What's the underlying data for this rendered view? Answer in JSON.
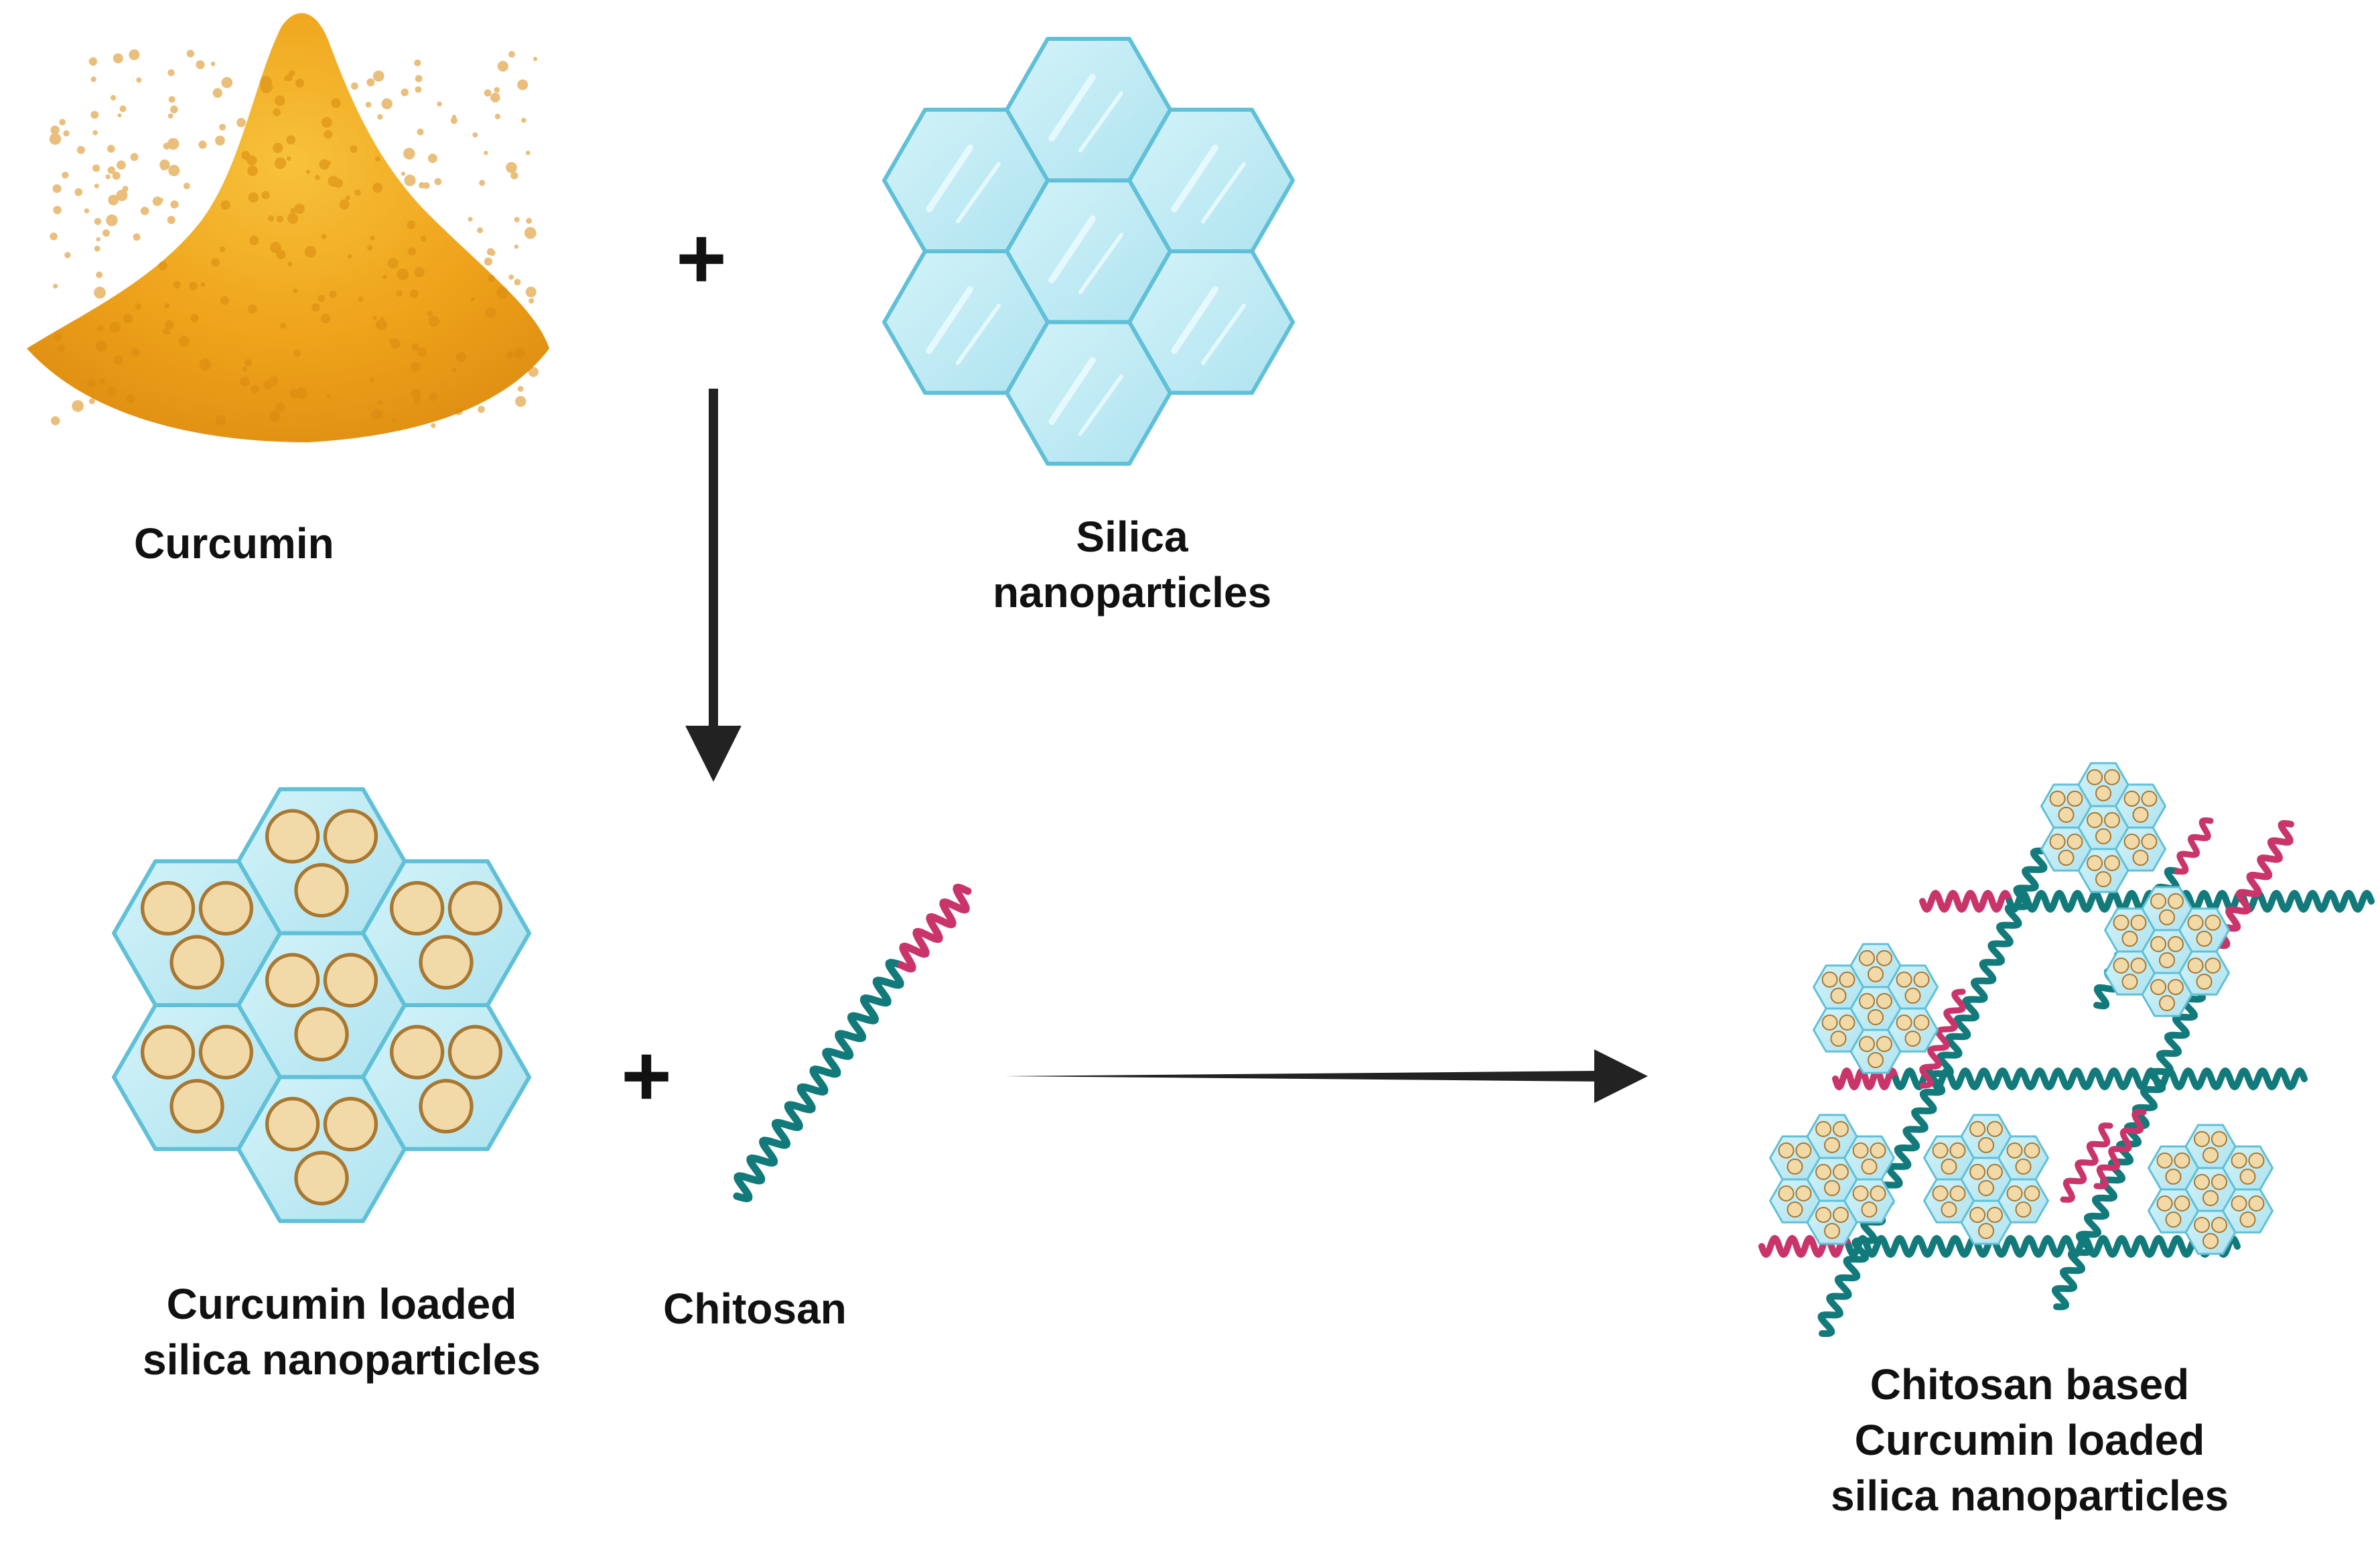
{
  "labels": {
    "curcumin": "Curcumin",
    "silica_line1": "Silica",
    "silica_line2": "nanoparticles",
    "loaded_line1": "Curcumin loaded",
    "loaded_line2": "silica nanoparticles",
    "chitosan": "Chitosan",
    "final_line1": "Chitosan based",
    "final_line2": "Curcumin loaded",
    "final_line3": "silica nanoparticles"
  },
  "symbols": {
    "plus": "+"
  },
  "colors": {
    "powder": "#f2a81d",
    "hex_fill": "#bfeaf3",
    "hex_stroke": "#5fc0d8",
    "particle_fill": "#f1d9a8",
    "particle_stroke": "#a9772f",
    "chain_teal": "#127a7a",
    "chain_pink": "#c9356a",
    "arrow": "#222222"
  }
}
